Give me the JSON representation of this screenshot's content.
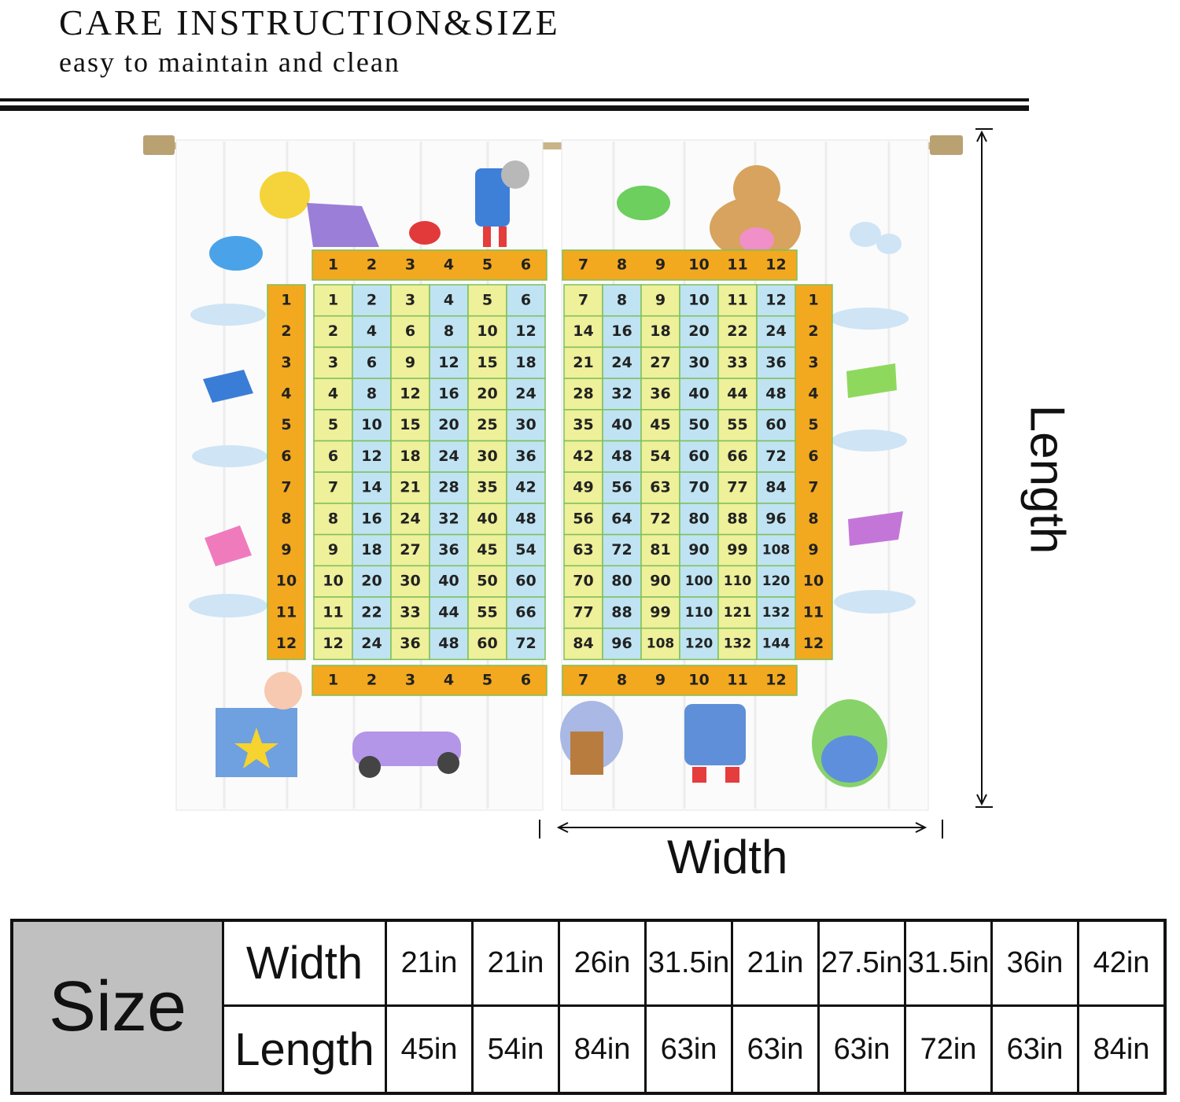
{
  "header": {
    "title": "CARE INSTRUCTION&SIZE",
    "subtitle": "easy to maintain and clean"
  },
  "diagram": {
    "length_label": "Length",
    "width_label": "Width",
    "times_table": {
      "top_left": [
        "1",
        "2",
        "3",
        "4",
        "5",
        "6"
      ],
      "top_right": [
        "7",
        "8",
        "9",
        "10",
        "11",
        "12"
      ],
      "rows": [
        "1",
        "2",
        "3",
        "4",
        "5",
        "6",
        "7",
        "8",
        "9",
        "10",
        "11",
        "12"
      ]
    }
  },
  "size_table": {
    "header": "Size",
    "width_label": "Width",
    "length_label": "Length",
    "widths": [
      "21in",
      "21in",
      "26in",
      "31.5in",
      "21in",
      "27.5in",
      "31.5in",
      "36in",
      "42in"
    ],
    "lengths": [
      "45in",
      "54in",
      "84in",
      "63in",
      "63in",
      "63in",
      "72in",
      "63in",
      "84in"
    ]
  },
  "colors": {
    "orange": "#f2a91f",
    "blue_cell": "#bfe3f2",
    "yellow_cell": "#eef09a",
    "green_line": "#7fbf5a"
  }
}
